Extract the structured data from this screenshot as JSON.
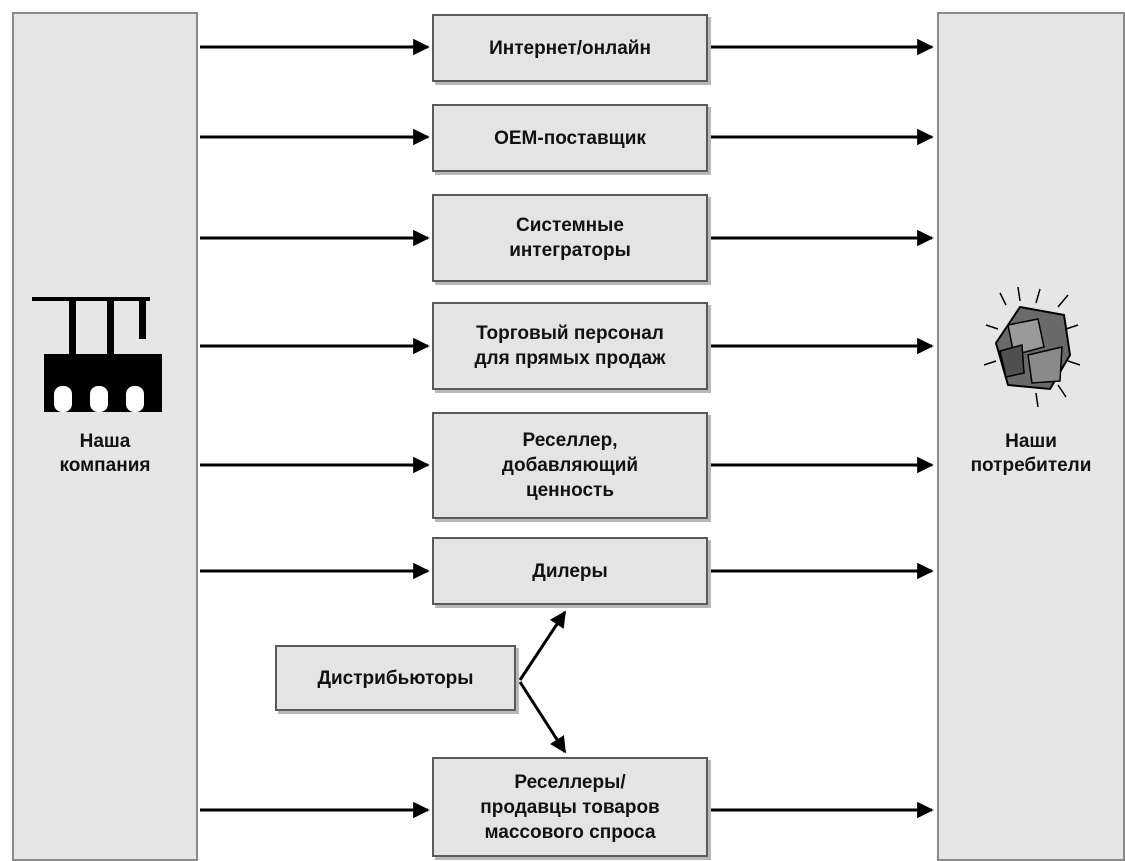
{
  "company": {
    "label": "Наша\nкомпания",
    "icon": "factory-icon"
  },
  "consumers": {
    "label": "Наши\nпотребители",
    "icon": "consumers-icon"
  },
  "channels": [
    {
      "label": "Интернет/онлайн"
    },
    {
      "label": "ОЕМ-поставщик"
    },
    {
      "label": "Системные\nинтеграторы"
    },
    {
      "label": "Торговый персонал\nдля прямых продаж"
    },
    {
      "label": "Реселлер,\nдобавляющий\nценность"
    },
    {
      "label": "Дилеры"
    },
    {
      "label": "Реселлеры/\nпродавцы товаров\nмассового спроса"
    }
  ],
  "distributors": {
    "label": "Дистрибьюторы"
  },
  "colors": {
    "panel": "#e6e6e6",
    "box": "#e4e4e4",
    "arrow": "#000000"
  }
}
